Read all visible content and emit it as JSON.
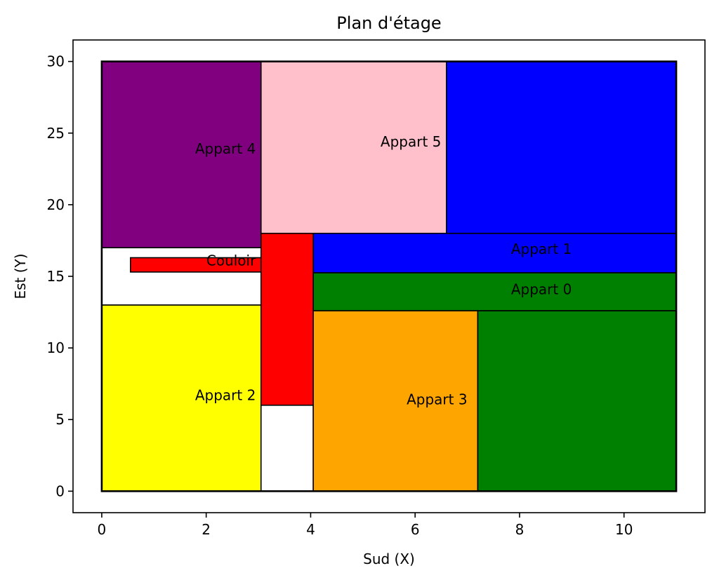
{
  "chart_data": {
    "type": "floor-plan",
    "title": "Plan d'étage",
    "xlabel": "Sud (X)",
    "ylabel": "Est (Y)",
    "xlim": [
      -0.55,
      11.55
    ],
    "ylim": [
      -1.5,
      31.5
    ],
    "x_ticks": [
      0,
      2,
      4,
      6,
      8,
      10
    ],
    "y_ticks": [
      0,
      5,
      10,
      15,
      20,
      25,
      30
    ],
    "grid": false,
    "outline": {
      "x0": 0,
      "y0": 0,
      "x1": 11,
      "y1": 30
    },
    "rooms": [
      {
        "name": "appart-2",
        "label": "Appart 2",
        "color": "#ffff00",
        "x0": 0,
        "y0": 0,
        "x1": 3.05,
        "y1": 13,
        "label_x": 2.95,
        "label_y": 6.7
      },
      {
        "name": "couloir-west-block",
        "label": "",
        "color": "#ffffff",
        "x0": 0,
        "y0": 13,
        "x1": 3.05,
        "y1": 17
      },
      {
        "name": "appart-4",
        "label": "Appart 4",
        "color": "#800080",
        "x0": 0,
        "y0": 17,
        "x1": 3.05,
        "y1": 30,
        "label_x": 2.95,
        "label_y": 23.9
      },
      {
        "name": "couloir-west-strip",
        "label": "Couloir",
        "color": "#ff0000",
        "x0": 0.55,
        "y0": 15.3,
        "x1": 3.05,
        "y1": 16.3,
        "label_x": 2.95,
        "label_y": 16.1
      },
      {
        "name": "couloir-central",
        "label": "",
        "color": "#ff0000",
        "x0": 3.05,
        "y0": 6,
        "x1": 4.05,
        "y1": 18
      },
      {
        "name": "empty-south-cell",
        "label": "",
        "color": "#ffffff",
        "x0": 3.05,
        "y0": 0,
        "x1": 4.05,
        "y1": 6
      },
      {
        "name": "appart-3",
        "label": "Appart 3",
        "color": "#ffa500",
        "x0": 4.05,
        "y0": 0,
        "x1": 7.2,
        "y1": 12.6,
        "label_x": 7.0,
        "label_y": 6.4
      },
      {
        "name": "appart-0-south",
        "label": "",
        "color": "#008000",
        "x0": 7.2,
        "y0": 0,
        "x1": 11,
        "y1": 12.6
      },
      {
        "name": "appart-0",
        "label": "Appart 0",
        "color": "#008000",
        "x0": 4.05,
        "y0": 12.6,
        "x1": 11,
        "y1": 15.25,
        "label_x": 9.0,
        "label_y": 14.1
      },
      {
        "name": "appart-1",
        "label": "Appart 1",
        "color": "#0000ff",
        "x0": 4.05,
        "y0": 15.25,
        "x1": 11,
        "y1": 18,
        "label_x": 9.0,
        "label_y": 16.9
      },
      {
        "name": "appart-5",
        "label": "Appart 5",
        "color": "#ffc0cb",
        "x0": 3.05,
        "y0": 18,
        "x1": 6.6,
        "y1": 30,
        "label_x": 6.5,
        "label_y": 24.4
      },
      {
        "name": "appart-1-north",
        "label": "",
        "color": "#0000ff",
        "x0": 6.6,
        "y0": 18,
        "x1": 11,
        "y1": 30
      }
    ]
  }
}
